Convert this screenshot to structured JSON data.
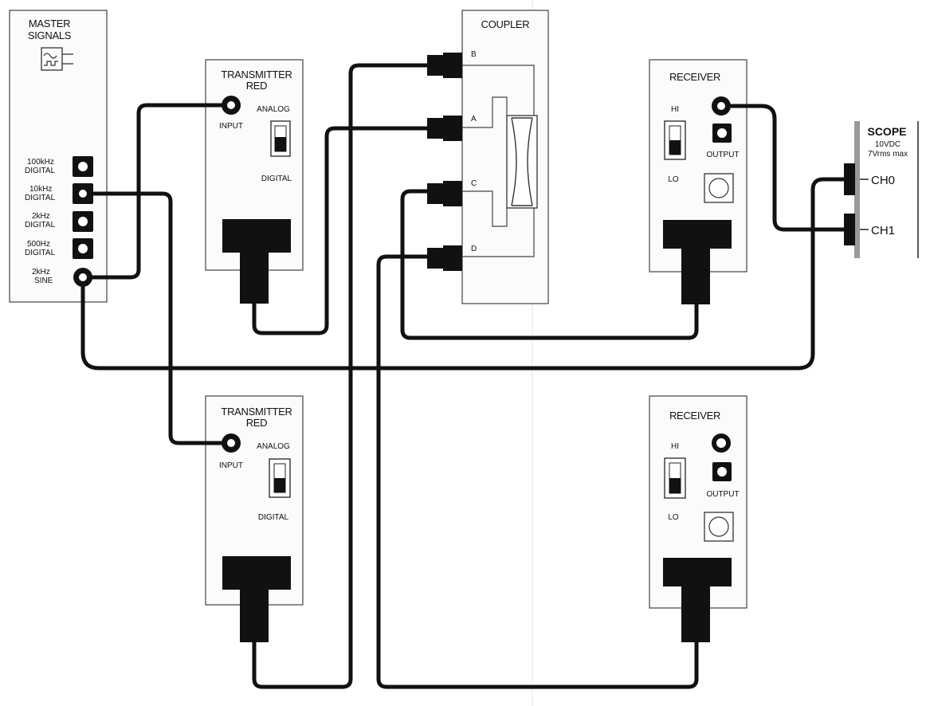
{
  "master_signals": {
    "title_line1": "MASTER",
    "title_line2": "SIGNALS",
    "outputs": [
      {
        "line1": "100kHz",
        "line2": "DIGITAL"
      },
      {
        "line1": "10kHz",
        "line2": "DIGITAL"
      },
      {
        "line1": "2kHz",
        "line2": "DIGITAL"
      },
      {
        "line1": "500Hz",
        "line2": "DIGITAL"
      },
      {
        "line1": "2kHz",
        "line2": "SINE"
      }
    ]
  },
  "transmitter_top": {
    "title_line1": "TRANSMITTER",
    "title_line2": "RED",
    "input_label": "INPUT",
    "analog_label": "ANALOG",
    "digital_label": "DIGITAL"
  },
  "transmitter_bottom": {
    "title_line1": "TRANSMITTER",
    "title_line2": "RED",
    "input_label": "INPUT",
    "analog_label": "ANALOG",
    "digital_label": "DIGITAL"
  },
  "coupler": {
    "title": "COUPLER",
    "ports": [
      "B",
      "A",
      "C",
      "D"
    ]
  },
  "receiver_top": {
    "title": "RECEIVER",
    "hi_label": "HI",
    "lo_label": "LO",
    "output_label": "OUTPUT"
  },
  "receiver_bottom": {
    "title": "RECEIVER",
    "hi_label": "HI",
    "lo_label": "LO",
    "output_label": "OUTPUT"
  },
  "scope": {
    "title": "SCOPE",
    "spec_line1": "10VDC",
    "spec_line2": "7Vrms max",
    "channels": [
      "CH0",
      "CH1"
    ]
  },
  "icons": [
    "waveform-generator-icon",
    "bnc-jack-icon",
    "fiber-connector-icon",
    "coupler-element-icon",
    "photo-sensor-icon"
  ]
}
